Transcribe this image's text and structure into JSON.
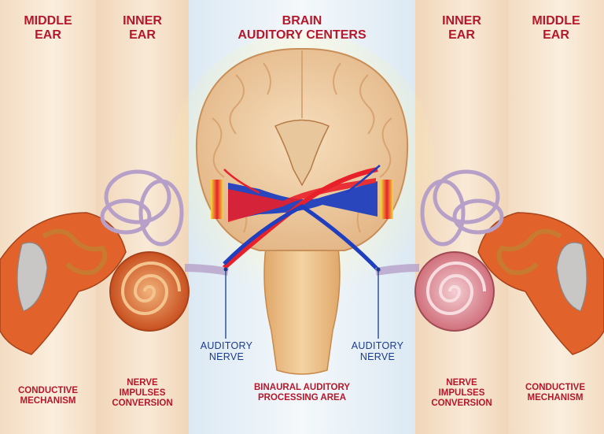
{
  "headers": {
    "left_middle_ear": "MIDDLE\nEAR",
    "left_inner_ear": "INNER\nEAR",
    "brain": "BRAIN\nAUDITORY CENTERS",
    "right_inner_ear": "INNER\nEAR",
    "right_middle_ear": "MIDDLE\nEAR"
  },
  "nerve_labels": {
    "left": "AUDITORY\nNERVE",
    "right": "AUDITORY\nNERVE"
  },
  "footers": {
    "left_conductive": "CONDUCTIVE\nMECHANISM",
    "left_nerve": "NERVE\nIMPULSES\nCONVERSION",
    "center": "BINAURAL AUDITORY\nPROCESSING AREA",
    "right_nerve": "NERVE\nIMPULSES\nCONVERSION",
    "right_conductive": "CONDUCTIVE\nMECHANISM"
  },
  "colors": {
    "label_red": "#b4182a",
    "nerve_blue": "#1a3a8c",
    "pathway_red": "#e8202a",
    "pathway_blue": "#1f3fbf",
    "cochlea_orange": "#d9632a",
    "brain_tan": "#efcfa2"
  }
}
